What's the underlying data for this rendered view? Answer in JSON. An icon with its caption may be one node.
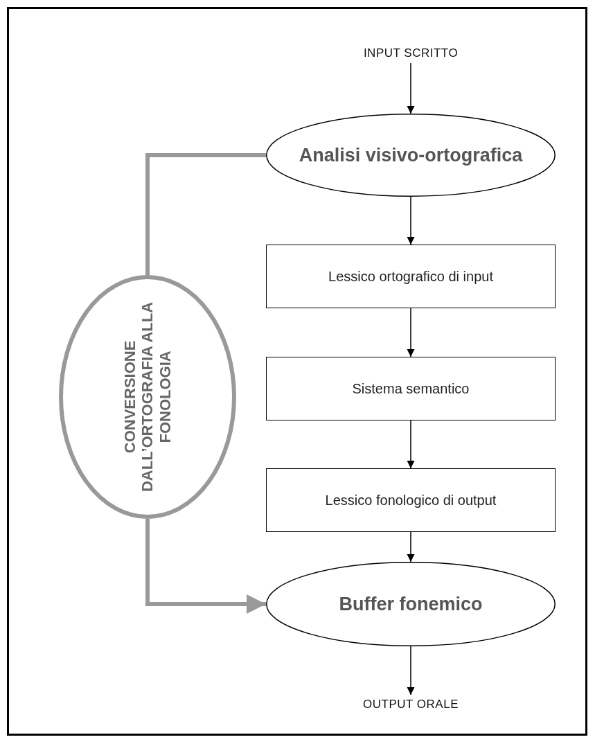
{
  "diagram": {
    "nodes": [
      {
        "text": [
          "INPUT SCRITTO"
        ]
      },
      {
        "text": [
          "Analisi visivo-ortografica"
        ]
      },
      {
        "text": [
          "Lessico ortografico di input"
        ]
      },
      {
        "text": [
          "Sistema semantico"
        ]
      },
      {
        "text": [
          "Lessico fonologico di output"
        ]
      },
      {
        "text": [
          "Buffer fonemico"
        ]
      },
      {
        "text": [
          "OUTPUT ORALE"
        ]
      },
      {
        "text": [
          "CONVERSIONE DALL’ORTOGRAFIA ALLA FONOLOGIA"
        ]
      }
    ],
    "edges": [
      {
        "from": 0,
        "to": 1,
        "arrow": "to"
      },
      {
        "from": 1,
        "to": 2,
        "arrow": "to"
      },
      {
        "from": 2,
        "to": 3,
        "arrow": "to"
      },
      {
        "from": 3,
        "to": 4,
        "arrow": "to"
      },
      {
        "from": 4,
        "to": 5,
        "arrow": "to"
      },
      {
        "from": 5,
        "to": 6,
        "arrow": "to"
      },
      {
        "from": 1,
        "to": 7,
        "arrow": "none",
        "style": "thick",
        "color": "#999999"
      },
      {
        "from": 7,
        "to": 5,
        "arrow": "to",
        "style": "thick",
        "color": "#999999"
      }
    ]
  }
}
